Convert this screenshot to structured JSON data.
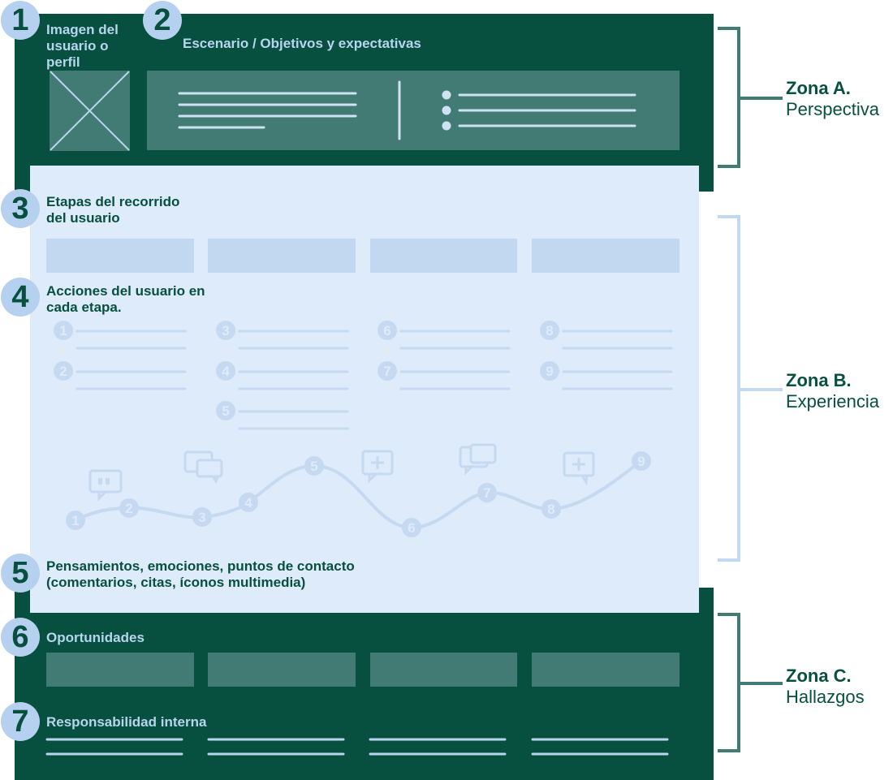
{
  "steps": [
    {
      "number": "1",
      "label": "Imagen del usuario o perfil"
    },
    {
      "number": "2",
      "label": "Escenario / Objetivos y expectativas"
    },
    {
      "number": "3",
      "label": "Etapas del recorrido del usuario"
    },
    {
      "number": "4",
      "label": "Acciones del usuario en cada etapa."
    },
    {
      "number": "5",
      "label": "Pensamientos, emociones, puntos de contacto (comentarios, citas, íconos multimedia)"
    },
    {
      "number": "6",
      "label": "Oportunidades"
    },
    {
      "number": "7",
      "label": "Responsabilidad interna"
    }
  ],
  "zones": [
    {
      "name": "Zona A.",
      "subtitle": "Perspectiva"
    },
    {
      "name": "Zona B.",
      "subtitle": "Experiencia"
    },
    {
      "name": "Zona C.",
      "subtitle": "Hallazgos"
    }
  ],
  "actions": [
    "1",
    "2",
    "3",
    "4",
    "5",
    "6",
    "7",
    "8",
    "9"
  ],
  "journey_points": [
    "1",
    "2",
    "3",
    "4",
    "5",
    "6",
    "7",
    "8",
    "9"
  ],
  "colors": {
    "dark": "#07503f",
    "light": "#deebfa",
    "badge": "#b6d0ef",
    "accent": "#417b73",
    "stage": "#c2d7f0"
  },
  "icons": [
    "image-placeholder-icon",
    "quote-bubble-icon",
    "chat-bubbles-icon",
    "add-comment-icon"
  ]
}
